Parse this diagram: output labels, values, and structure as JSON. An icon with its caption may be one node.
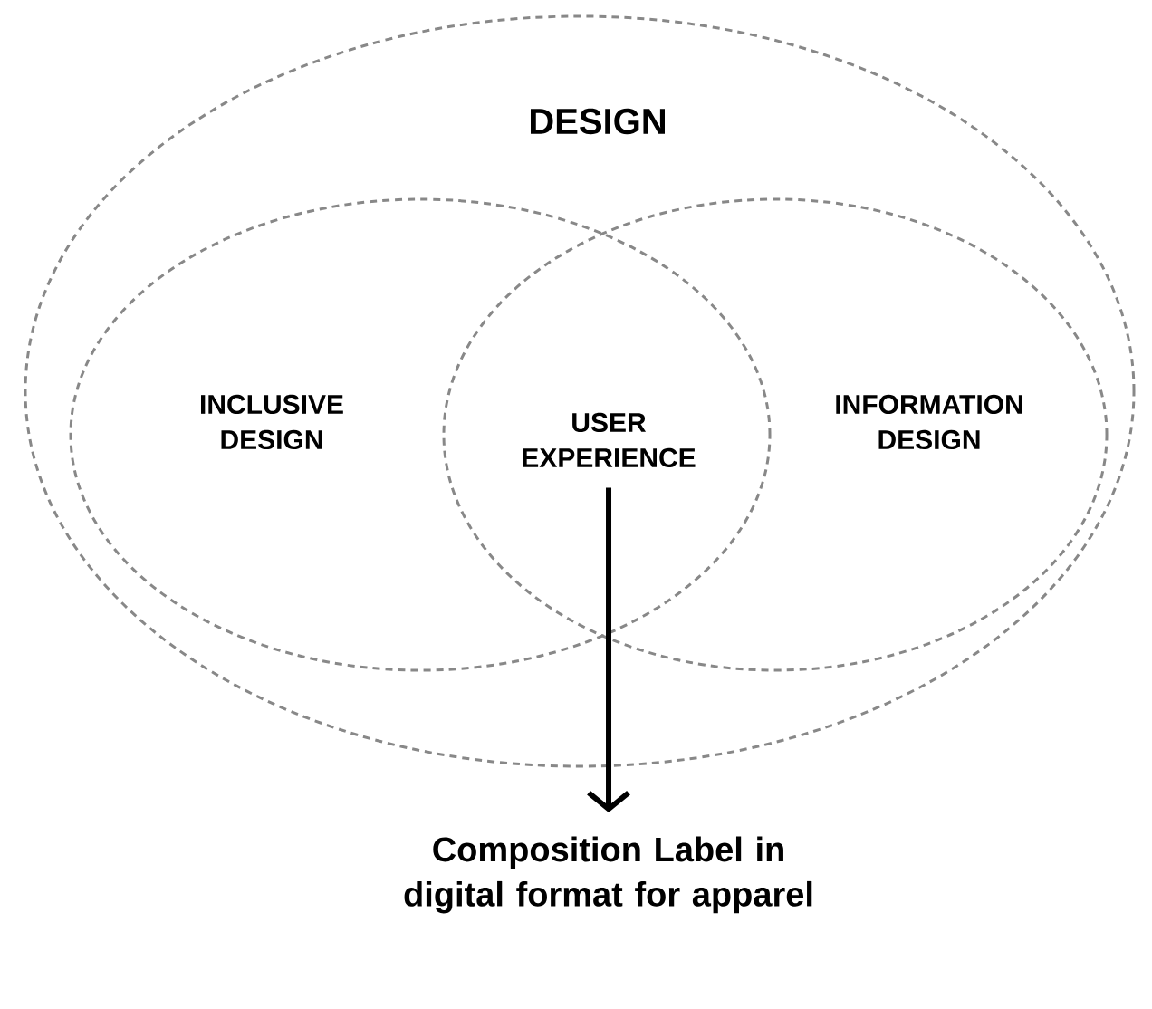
{
  "diagram": {
    "nodes": [
      {
        "text": [
          "DESIGN"
        ]
      },
      {
        "text": [
          "INCLUSIVE DESIGN"
        ],
        "in": 0
      },
      {
        "text": [
          "USER EXPERIENCE"
        ],
        "in": 0
      },
      {
        "text": [
          "INFORMATION DESIGN"
        ],
        "in": 0
      },
      {
        "text": [
          "Composition Label in digital format for apparel"
        ]
      }
    ],
    "edges": [
      {
        "from": 2,
        "to": 4,
        "arrow": "to"
      }
    ]
  }
}
